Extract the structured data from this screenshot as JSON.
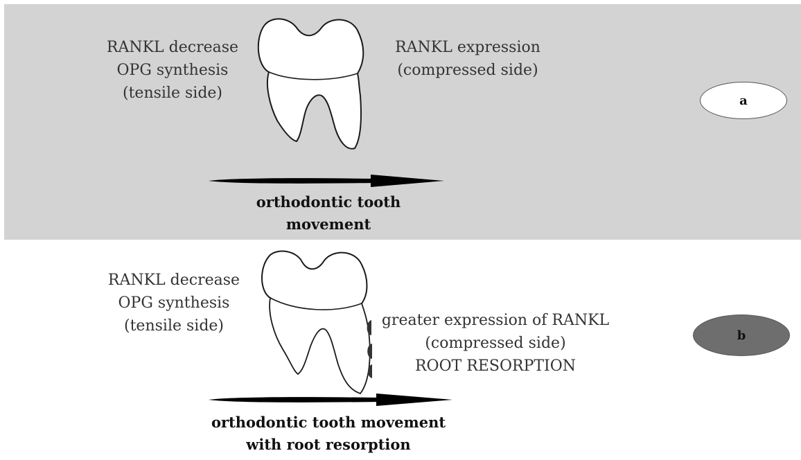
{
  "panel_a": {
    "badge": "a",
    "left_label": [
      "RANKL decrease",
      "OPG synthesis",
      "(tensile side)"
    ],
    "right_label": [
      "RANKL expression",
      "(compressed side)"
    ],
    "caption": [
      "orthodontic tooth",
      "movement"
    ]
  },
  "panel_b": {
    "badge": "b",
    "left_label": [
      "RANKL decrease",
      "OPG synthesis",
      "(tensile side)"
    ],
    "right_label": [
      "greater expression of RANKL",
      "(compressed side)",
      "ROOT RESORPTION"
    ],
    "caption": [
      "orthodontic tooth movement",
      "with root resorption"
    ]
  },
  "colors": {
    "panel_a_background": "#d3d3d3",
    "panel_b_background": "#ffffff",
    "badge_a_fill": "#ffffff",
    "badge_b_fill": "#6e6e6e",
    "arrow": "#000000",
    "resorption_marks": "#333333"
  },
  "icons": {
    "tooth": "molar-tooth-icon",
    "arrow": "right-arrow-icon",
    "resorption": "resorption-lacuna-icon"
  }
}
